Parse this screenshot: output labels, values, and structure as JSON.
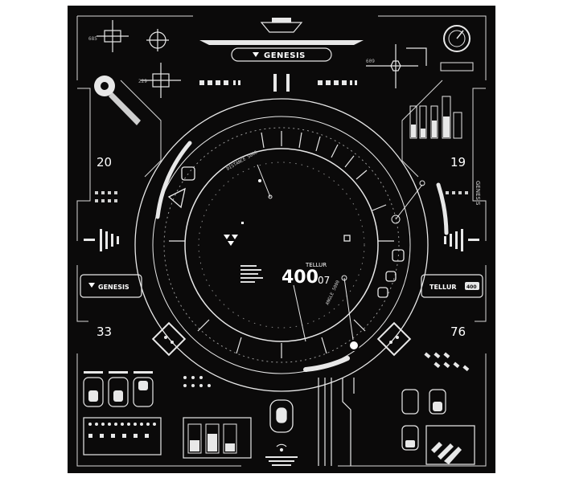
{
  "brand": {
    "name": "GENESIS",
    "model": "TELLUR",
    "model_number": "400"
  },
  "colors": {
    "background": "#0b0a0a",
    "page": "#ffffff",
    "line": "#e8e8e8",
    "dim": "#8a8a8a"
  },
  "hud": {
    "top_left_tag": "685",
    "top_mid_tag": "229",
    "top_right_tag": "609",
    "left_upper_number": "20",
    "right_upper_number": "19",
    "left_lower_number": "33",
    "right_lower_number": "76",
    "distance_label": "DISTANCE 5000",
    "angle_label": "ANGLE 5000",
    "center_readout": {
      "label": "TELLUR",
      "value": "400",
      "suffix": "07"
    },
    "side_label": "GENESIS"
  },
  "icons": [
    "crosshair-icon",
    "genesis-logo-icon",
    "hexagon-icon",
    "bar-chart-icon",
    "wifi-icon",
    "dial-icon"
  ]
}
